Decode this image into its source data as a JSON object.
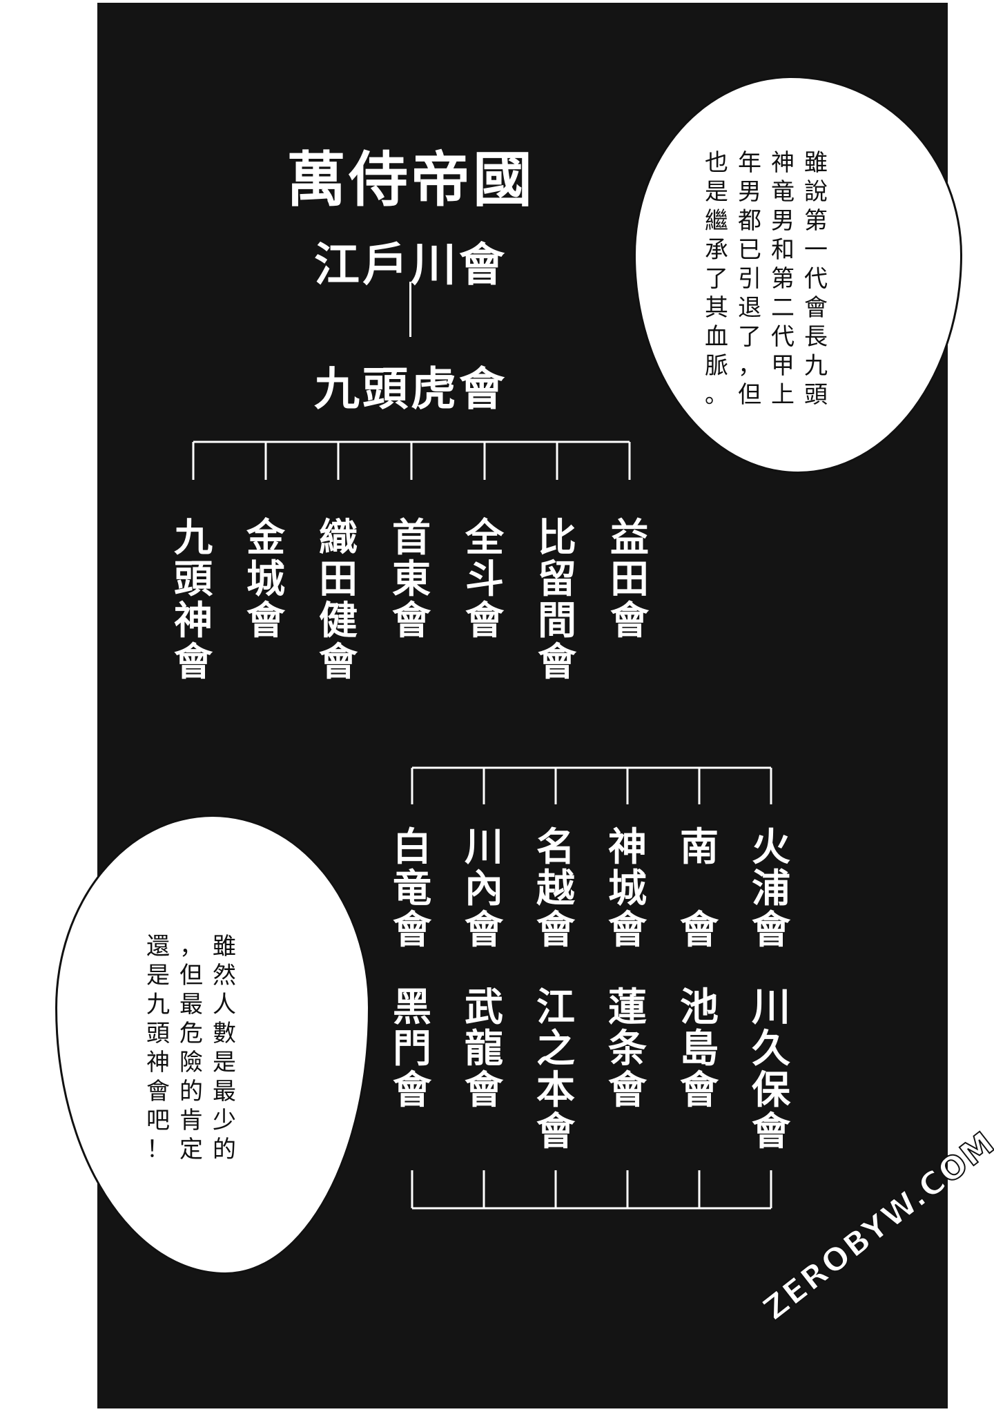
{
  "title": "萬侍帝國",
  "parent_org": "江戶川會",
  "main_org": "九頭虎會",
  "branches_top": [
    "九頭神會",
    "金城會",
    "織田健會",
    "首東會",
    "全斗會",
    "比留間會",
    "益田會"
  ],
  "branches_bottom_row1": [
    "白竜會",
    "川內會",
    "名越會",
    "神城會",
    "南 會",
    "火浦會"
  ],
  "branches_bottom_row2": [
    "黑門會",
    "武龍會",
    "江之本會",
    "蓮条會",
    "池島會",
    "川久保會"
  ],
  "bubble_top": [
    "雖說第一代會長九頭",
    "神竜男和第二代甲上",
    "年男都已引退了，但",
    "也是繼承了其血脈。"
  ],
  "bubble_bottom": [
    "雖然人數是最少的",
    "，但最危險的肯定",
    "還是九頭神會吧！"
  ],
  "watermark": "ZEROBYW.COM"
}
